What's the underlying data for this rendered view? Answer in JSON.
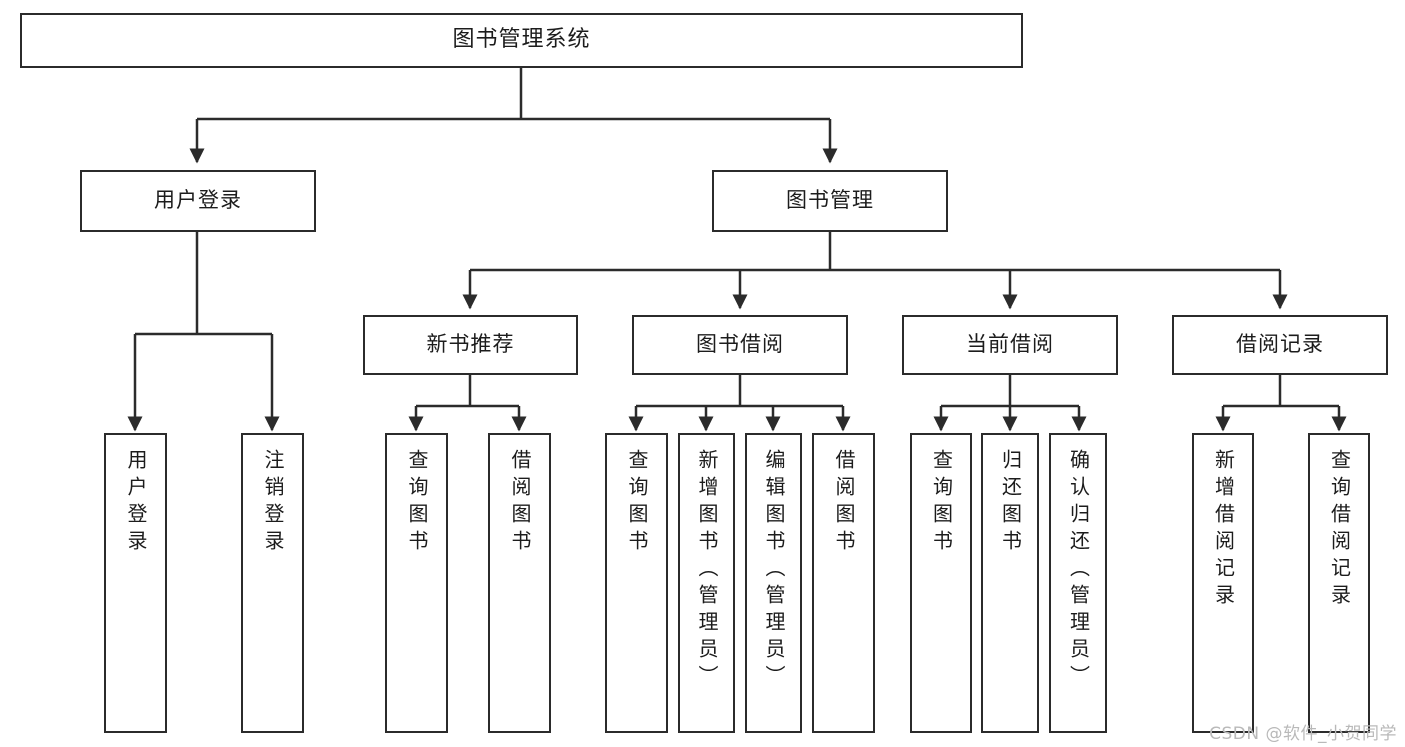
{
  "diagram": {
    "title": "图书管理系统",
    "type": "tree-hierarchy",
    "watermark": "CSDN @软件_小贺同学",
    "line_color": "#2b2b2b",
    "box_fill": "#ffffff",
    "text_color": "#1c1c1c"
  },
  "nodes": {
    "root": {
      "label": "图书管理系统",
      "level": 1
    },
    "l2": [
      {
        "id": "user-login",
        "label": "用户登录",
        "level": 2
      },
      {
        "id": "book-manage",
        "label": "图书管理",
        "level": 2
      }
    ],
    "l3": [
      {
        "id": "new-book-rec",
        "label": "新书推荐",
        "level": 3,
        "parent": "book-manage"
      },
      {
        "id": "book-borrow",
        "label": "图书借阅",
        "level": 3,
        "parent": "book-manage"
      },
      {
        "id": "current-borrow",
        "label": "当前借阅",
        "level": 3,
        "parent": "book-manage"
      },
      {
        "id": "borrow-record",
        "label": "借阅记录",
        "level": 3,
        "parent": "book-manage"
      }
    ],
    "leaves": [
      {
        "id": "leaf-user-login",
        "label": "用户登录",
        "parent": "user-login"
      },
      {
        "id": "leaf-user-logout",
        "label": "注销登录",
        "parent": "user-login"
      },
      {
        "id": "leaf-query-book-1",
        "label": "查询图书",
        "parent": "new-book-rec"
      },
      {
        "id": "leaf-borrow-book-1",
        "label": "借阅图书",
        "parent": "new-book-rec"
      },
      {
        "id": "leaf-query-book-2",
        "label": "查询图书",
        "parent": "book-borrow"
      },
      {
        "id": "leaf-add-book",
        "label": "新增图书（管理员）",
        "parent": "book-borrow"
      },
      {
        "id": "leaf-edit-book",
        "label": "编辑图书（管理员）",
        "parent": "book-borrow"
      },
      {
        "id": "leaf-borrow-book-2",
        "label": "借阅图书",
        "parent": "book-borrow"
      },
      {
        "id": "leaf-query-book-3",
        "label": "查询图书",
        "parent": "current-borrow"
      },
      {
        "id": "leaf-return-book",
        "label": "归还图书",
        "parent": "current-borrow"
      },
      {
        "id": "leaf-confirm-return",
        "label": "确认归还（管理员）",
        "parent": "current-borrow"
      },
      {
        "id": "leaf-add-record",
        "label": "新增借阅记录",
        "parent": "borrow-record"
      },
      {
        "id": "leaf-query-record",
        "label": "查询借阅记录",
        "parent": "borrow-record"
      }
    ]
  }
}
